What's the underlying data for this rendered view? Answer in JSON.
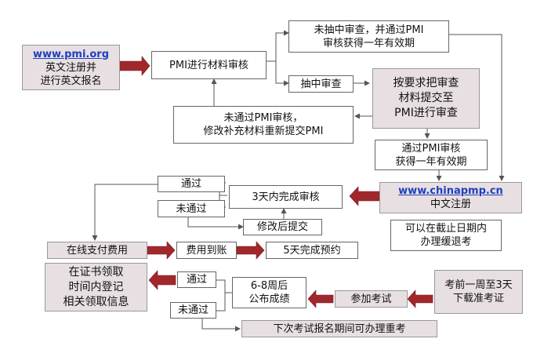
{
  "nodes": {
    "pmi_site": {
      "link": "www.pmi.org",
      "text": "英文注册并\n进行英文报名"
    },
    "pmi_review": "PMI进行材料审核",
    "not_selected_pass": "未抽中审查，并通过PMI\n审核获得一年有效期",
    "selected_audit": "抽中审查",
    "submit_per_requirement": "按要求把审查\n材料提交至\nPMI进行审查",
    "not_pass_resubmit": "未通过PMI审核，\n修改补充材料重新提交PMI",
    "pass_pmi_one_year": "通过PMI审核\n获得一年有效期",
    "chinapmp": {
      "link": "www.chinapmp.cn",
      "text": "中文注册"
    },
    "deferral_note": "可以在截止日期内\n办理缓退考",
    "pass_label_1": "通过",
    "not_pass_label_1": "未通过",
    "review_3days": "3天内完成审核",
    "resubmit_after_edit": "修改后提交",
    "pay_online": "在线支付费用",
    "payment_received": "费用到账",
    "reserve_5days": "5天完成预约",
    "collect_certificate": "在证书领取\n时间内登记\n相关领取信息",
    "pass_label_2": "通过",
    "not_pass_label_2": "未通过",
    "results_6_8_weeks": "6-8周后\n公布成绩",
    "take_exam": "参加考试",
    "download_admission": "考前一周至3天\n下载准考证",
    "retake_next_period": "下次考试报名期间可办理重考"
  }
}
